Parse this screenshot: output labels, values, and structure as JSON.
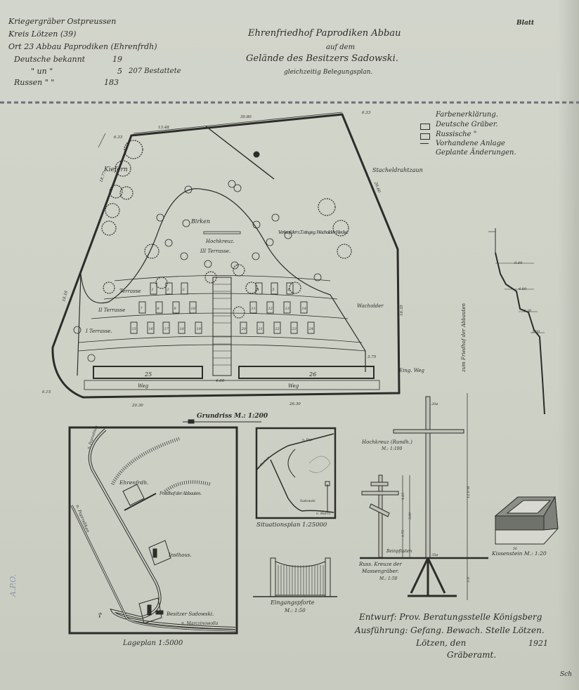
{
  "header_left": {
    "line1": "Kriegergräber Ostpreussen",
    "line2": "Kreis Lötzen (39)",
    "line3": "Ort 23 Abbau Paprodiken (Ehrenfrdh)",
    "row1_label": "Deutsche bekannt",
    "row1_value": "19",
    "row2_label": "\"    un    \"",
    "row2_value": "5",
    "row3_label": "Russen  \"     \"",
    "row3_value": "183",
    "total": "207 Bestattete"
  },
  "header_center": {
    "title": "Ehrenfriedhof Paprodiken Abbau",
    "line2": "auf dem",
    "line3": "Gelände des Besitzers Sadowski.",
    "line4": "gleichzeitig Belegungsplan."
  },
  "sheet_label": "Blatt",
  "legend": {
    "title": "Farbenerklärung.",
    "items": [
      "Deutsche Gräber.",
      "Russische  \"",
      "Vorhandene Anlage",
      "Geplante Änderungen."
    ]
  },
  "plan": {
    "title": "Grundriss M.: 1:200",
    "labels": {
      "kiefern": "Kiefern",
      "birken": "Birken",
      "hochkreuz": "Hochkreuz.",
      "terrace3": "III Terrasse.",
      "terrace3_row": "Terrasse",
      "terrace2": "II Terrasse",
      "terrace1": "I Terrasse.",
      "hecke": "Verlauf der z.T. eingeg. Wacholder Hecke.",
      "wacholder": "Wacholder",
      "zaun": "Stacheldrahtzaun",
      "weg_left": "Weg",
      "weg_right": "Weg",
      "eingweg": "Eing. Weg",
      "zum_friedhof": "zum Friedhof der Abbauten",
      "mass_left": "25",
      "mass_right": "26"
    },
    "dimensions": [
      "30.80",
      "13.48",
      "6.33",
      "6.33",
      "18.77",
      "18.18",
      "26.60",
      "16.35",
      "20.30",
      "26.30",
      "6.15",
      "4.60",
      "3.75"
    ],
    "graves_row3": [
      "1",
      "2",
      "3",
      "4",
      "5",
      "6"
    ],
    "graves_row2": [
      "7",
      "8",
      "9",
      "10",
      "11",
      "12",
      "13",
      "14"
    ],
    "graves_row1": [
      "15",
      "16",
      "17",
      "18",
      "19",
      "20",
      "21",
      "22",
      "23",
      "24"
    ]
  },
  "profile": {
    "dims": [
      "6.80",
      "4.80",
      "4.30",
      "3.20"
    ]
  },
  "lageplan": {
    "caption": "Lageplan 1:5000",
    "road_top": "n. Paprodiken",
    "road_left": "n. Paprodiken",
    "ehrenfrdh": "Ehrenfrdh.",
    "friedhof": "Friedhof der Abbauten.",
    "insthaus": "Insthaus.",
    "besitzer": "Besitzer Sadowski.",
    "road_bottom": "n. Marczinowolla"
  },
  "situationsplan": {
    "caption": "Situationsplan 1:25000",
    "label_road1": "v. Gurkeln",
    "label_road2": "n. Pap.",
    "label_sadowski": "Sadowski",
    "label_marcz": "n. Marcz."
  },
  "gate": {
    "caption": "Eingangspforte",
    "scale": "M.: 1:50"
  },
  "hochkreuz": {
    "caption": "Hochkreuz (Rundh.)",
    "scale": "M.: 1:100",
    "dim_top": "20ø",
    "dim_base": "35ø",
    "height": "12.0 m",
    "depth": "3.0"
  },
  "russ_kreuz": {
    "caption": "Russ. Kreuze der",
    "caption2": "Massengräber.",
    "scale": "M.: 1:50",
    "label": "Beinpfosten",
    "dim1": "1.25",
    "dim2": "1.75",
    "dim3": "3.00"
  },
  "kissenstein": {
    "caption": "Kissenstein M.: 1:20",
    "dim": "56"
  },
  "footer": {
    "line1": "Entwurf: Prov. Beratungsstelle Königsberg",
    "line2": "Ausführung: Gefang. Bewach. Stelle Lötzen.",
    "line3_place": "Lötzen, den",
    "line3_year": "1921",
    "line4": "Gräberamt.",
    "initials": "Sch"
  },
  "margin_note": "A.P.O."
}
